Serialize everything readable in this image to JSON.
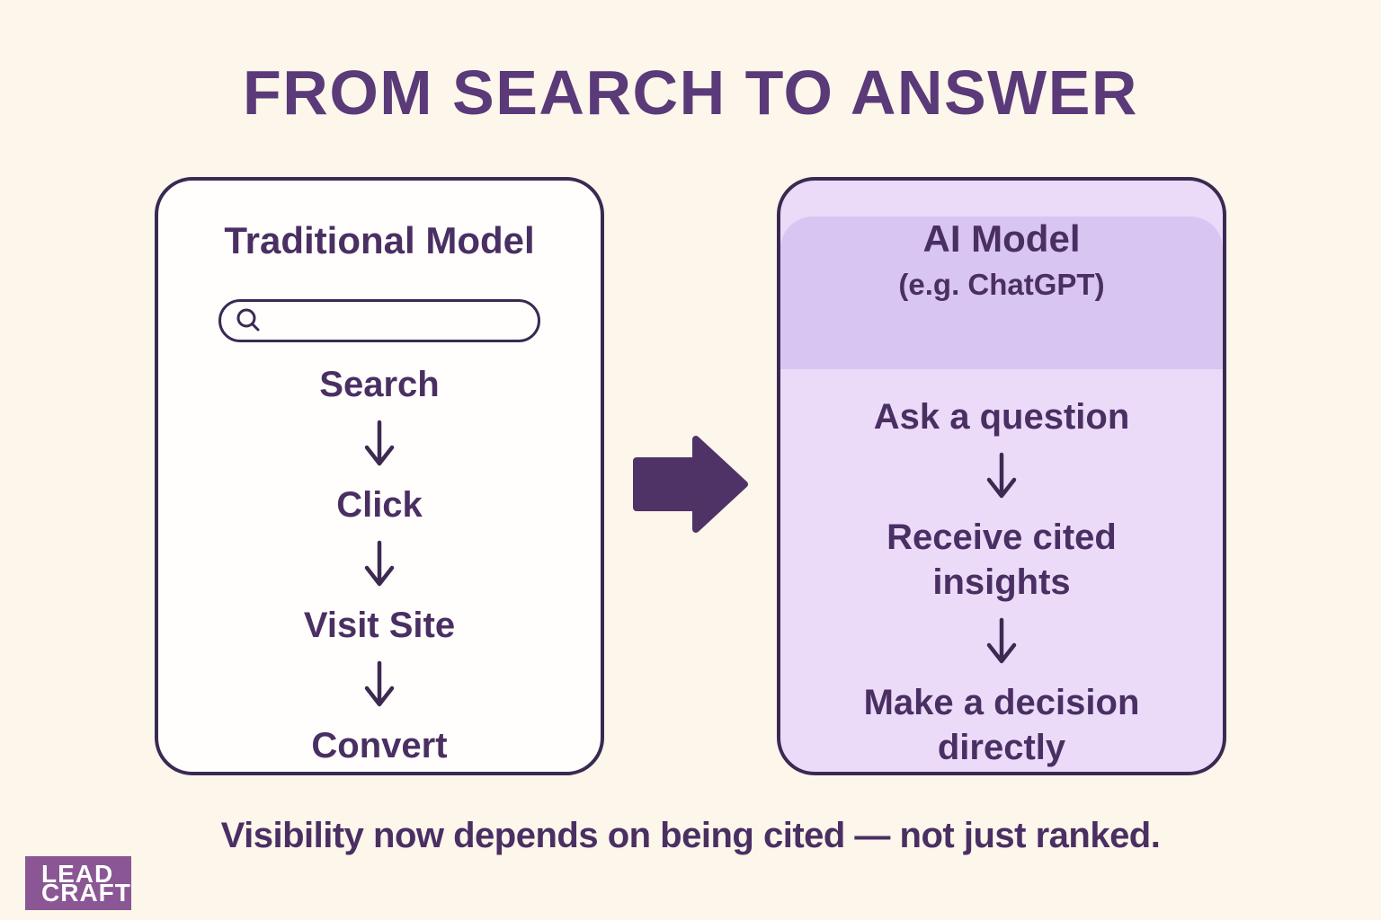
{
  "title": "FROM SEARCH TO ANSWER",
  "traditional_card": {
    "heading": "Traditional Model",
    "steps": [
      "Search",
      "Click",
      "Visit Site",
      "Convert"
    ]
  },
  "ai_card": {
    "heading": "AI Model",
    "subheading": "(e.g. ChatGPT)",
    "steps": [
      "Ask a question",
      "Receive cited insights",
      "Make a decision directly"
    ]
  },
  "tagline": "Visibility now depends on being cited — not just ranked.",
  "logo": {
    "line1": "LEAD",
    "line2": "CRAFT"
  },
  "icons": {
    "search_bar_icon": "search-icon",
    "flow_connector": "down-arrow-icon",
    "cards_connector": "right-arrow-icon"
  },
  "colors": {
    "background": "#fdf6eb",
    "title_text": "#5a3a78",
    "body_text": "#4a2f63",
    "card_border": "#3a2a52",
    "left_card_bg": "#fffefc",
    "ai_header_bg": "#d9c5f1",
    "ai_body_bg": "#ebdbf8",
    "flow_arrow": "#3d2a52",
    "big_arrow": "#4f3366",
    "logo_bg": "#8a5794",
    "logo_text": "#ffffff",
    "tagline_text": "#4a2f63"
  }
}
